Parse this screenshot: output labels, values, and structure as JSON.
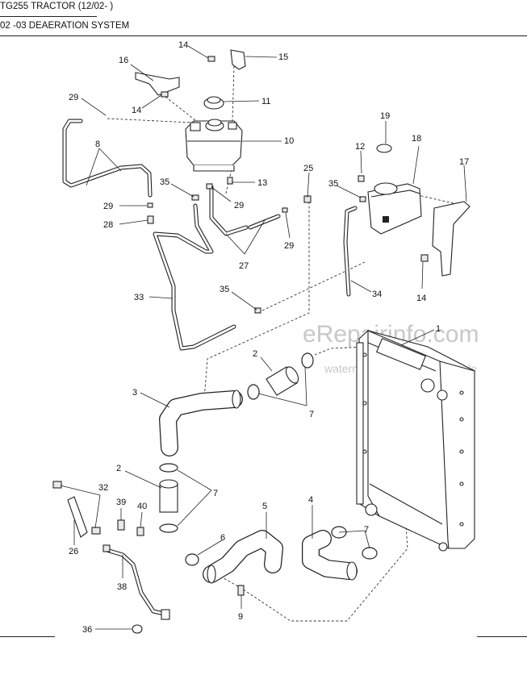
{
  "header": {
    "title": "TG255 TRACTOR (12/02- )",
    "section": "02 -03 DEAERATION SYSTEM"
  },
  "watermark": {
    "main": "eRepairinfo.com",
    "sub": "watermark only on this sample"
  },
  "callouts": [
    "14",
    "15",
    "16",
    "11",
    "14",
    "29",
    "10",
    "8",
    "19",
    "18",
    "12",
    "17",
    "35",
    "13",
    "25",
    "29",
    "35",
    "29",
    "28",
    "29",
    "27",
    "33",
    "35",
    "34",
    "14",
    "1",
    "2",
    "3",
    "7",
    "2",
    "7",
    "32",
    "39",
    "40",
    "26",
    "5",
    "4",
    "6",
    "7",
    "38",
    "9",
    "36"
  ]
}
